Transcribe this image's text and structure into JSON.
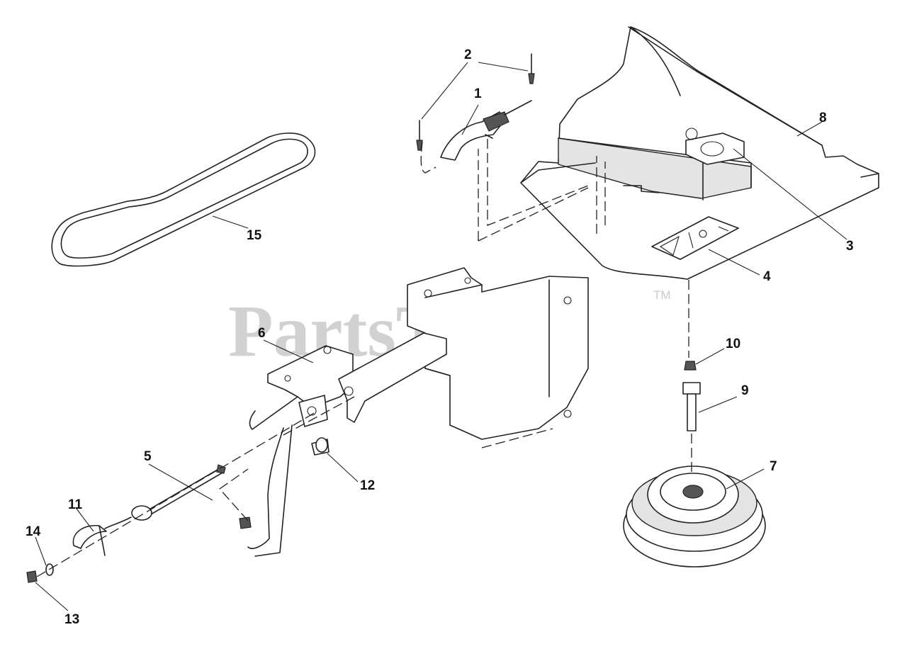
{
  "watermark": {
    "text": "PartsTree",
    "trademark": "TM"
  },
  "callouts": [
    {
      "number": "1"
    },
    {
      "number": "2"
    },
    {
      "number": "3"
    },
    {
      "number": "4"
    },
    {
      "number": "5"
    },
    {
      "number": "6"
    },
    {
      "number": "7"
    },
    {
      "number": "8"
    },
    {
      "number": "9"
    },
    {
      "number": "10"
    },
    {
      "number": "11"
    },
    {
      "number": "12"
    },
    {
      "number": "13"
    },
    {
      "number": "14"
    },
    {
      "number": "15"
    }
  ]
}
